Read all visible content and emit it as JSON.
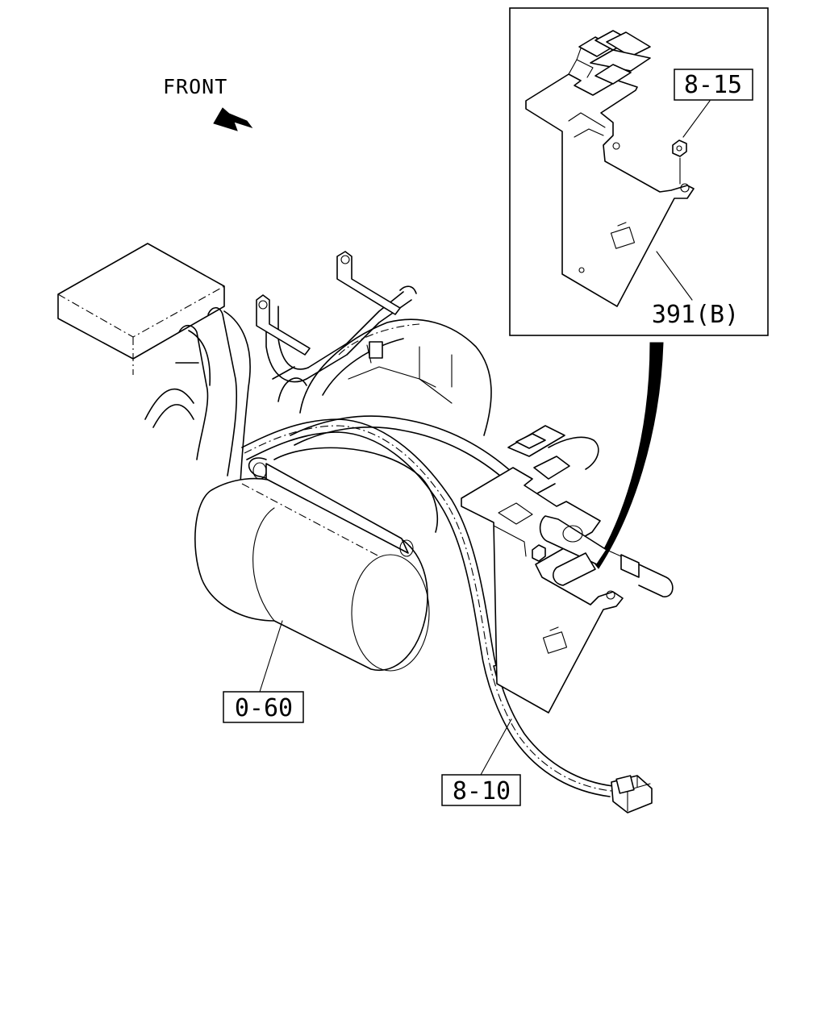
{
  "orientation": {
    "label": "FRONT"
  },
  "callouts": {
    "nut": "8-15",
    "bracket": "391(B)",
    "starter": "0-60",
    "harness": "8-10"
  }
}
